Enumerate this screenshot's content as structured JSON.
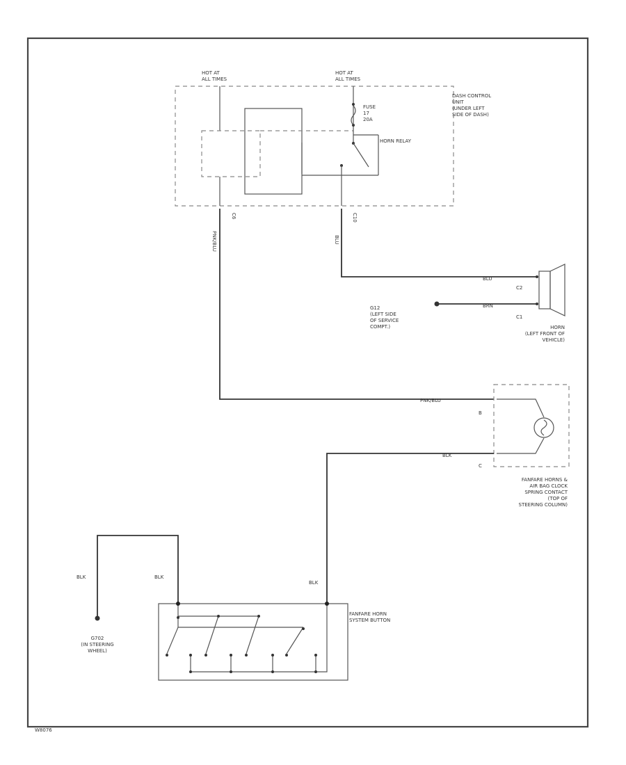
{
  "diagram": {
    "footer_code": "W8076",
    "hot_left": "HOT AT\nALL TIMES",
    "hot_right": "HOT AT\nALL TIMES",
    "fuse": "FUSE\n17\n20A",
    "horn_relay": "HORN RELAY",
    "dash_unit": "DASH CONTROL\nUNIT\n(UNDER LEFT\nSIDE OF DASH)",
    "conn_left": "C6",
    "conn_right": "C10",
    "wire_left": "PNK/BLU",
    "wire_right": "BLU",
    "horn_wire_blu": "BLU",
    "horn_wire_brn": "BRN",
    "horn_c2": "C2",
    "horn_c1": "C1",
    "ground_g": "G12\n(LEFT SIDE\nOF SERVICE\nCOMPT.)",
    "horn_label": "HORN\n(LEFT FRONT OF\nVEHICLE)",
    "wire_pnkblu_2": "PNK/BLU",
    "pin_b": "B",
    "wire_blk_1": "BLK",
    "pin_c": "C",
    "clockspring": "FANFARE HORNS &\nAIR BAG CLOCK\nSPRING CONTACT\n(TOP OF\nSTEERING COLUMN)",
    "blk_a": "BLK",
    "blk_b": "BLK",
    "blk_c": "BLK",
    "ground_steer": "G702\n(IN STEERING\nWHEEL)",
    "switch_label": "FANFARE HORN\nSYSTEM BUTTON"
  },
  "colors": {
    "wire_red": "#d9506a",
    "wire_blue": "#6f6fe6",
    "wire_tan": "#d6b86a",
    "wire_black": "#333333"
  },
  "icons": [
    "ground-icon",
    "horn-icon",
    "clockspring-icon",
    "switch-icon",
    "relay-icon",
    "fuse-icon"
  ]
}
